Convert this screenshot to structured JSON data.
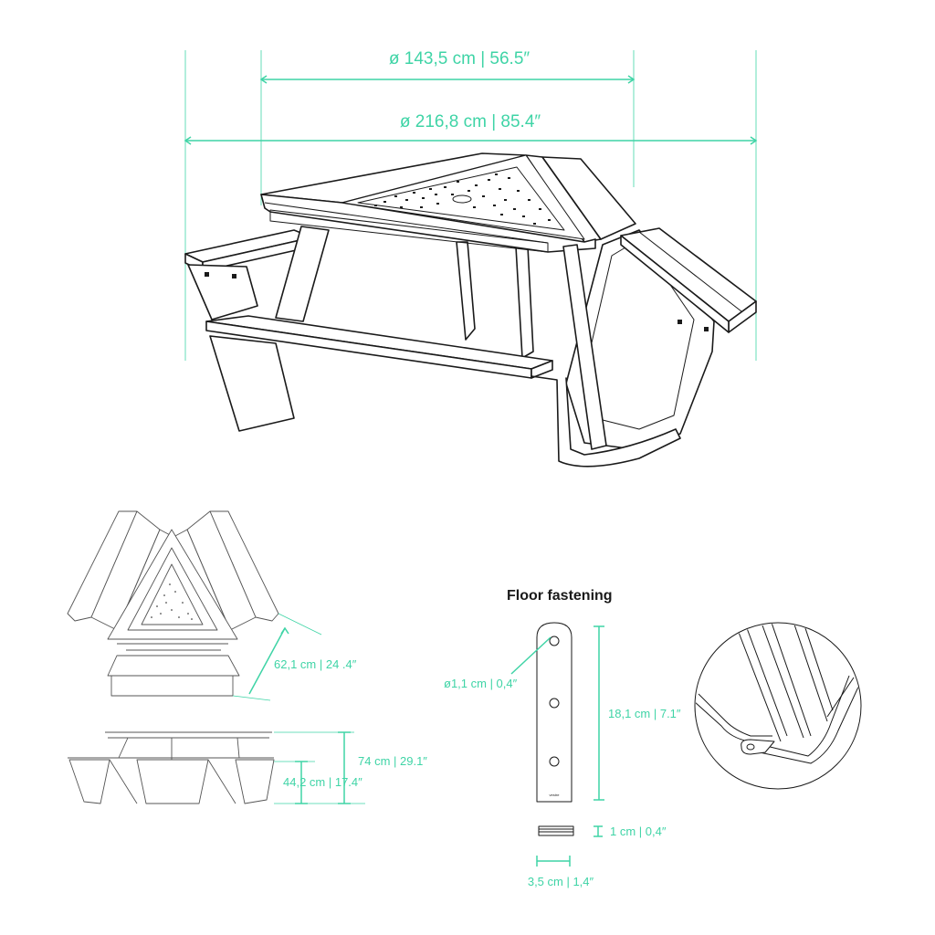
{
  "dimensions": {
    "top_inner_diameter": "ø 143,5 cm | 56.5″",
    "top_outer_diameter": "ø 216,8 cm | 85.4″",
    "seat_side_width": "62,1 cm | 24 .4″",
    "table_height": "74 cm | 29.1″",
    "seat_height": "44,2 cm | 17.4″"
  },
  "floor_fastening": {
    "title": "Floor fastening",
    "hole_diameter": "ø1,1 cm | 0,4″",
    "plate_length": "18,1 cm | 7.1″",
    "plate_thickness": "1 cm | 0,4″",
    "plate_width": "3,5 cm | 1,4″",
    "plate_marking": "vestre"
  },
  "colors": {
    "dimension": "#3fd4a6",
    "line": "#1a1a1a"
  }
}
